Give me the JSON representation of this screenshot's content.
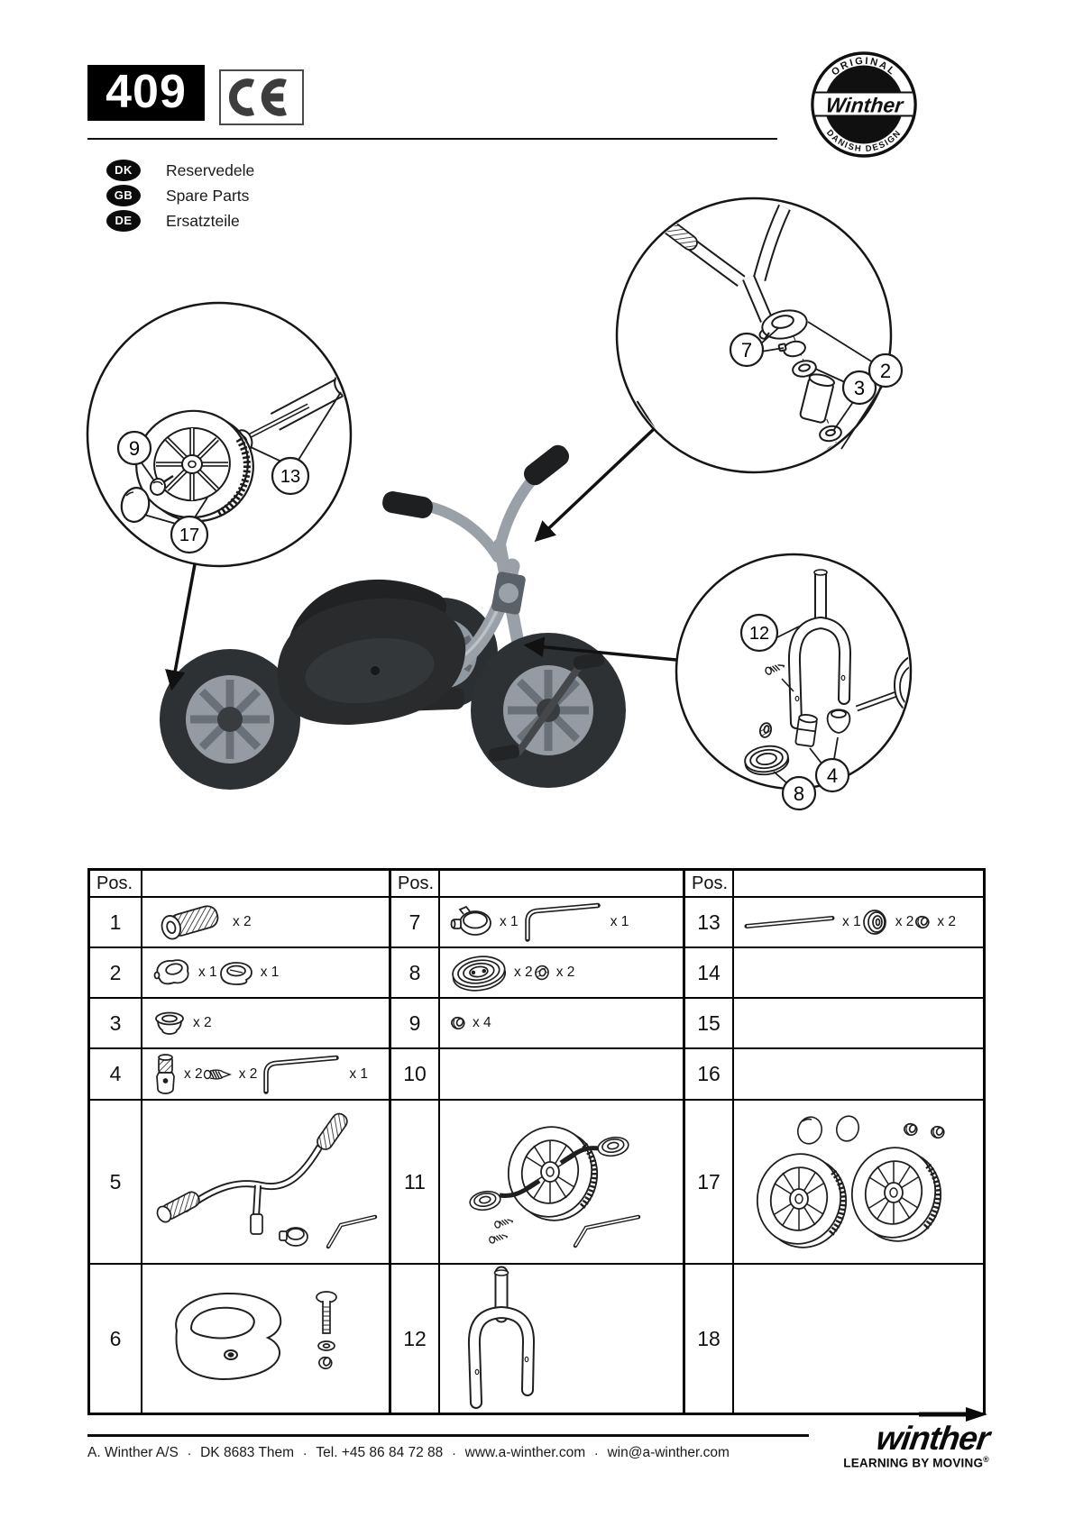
{
  "header": {
    "model_number": "409",
    "ce_mark": "CE",
    "languages": [
      {
        "code": "DK",
        "label": "Reservedele"
      },
      {
        "code": "GB",
        "label": "Spare Parts"
      },
      {
        "code": "DE",
        "label": "Ersatzteile"
      }
    ],
    "badge": {
      "arc_top": "ORIGINAL",
      "name": "Winther",
      "arc_bottom": "DANISH DESIGN"
    }
  },
  "diagram": {
    "callouts": {
      "n2": "2",
      "n3": "3",
      "n4": "4",
      "n7": "7",
      "n8": "8",
      "n9": "9",
      "n12": "12",
      "n13": "13",
      "n17": "17"
    }
  },
  "table": {
    "pos_header": "Pos.",
    "columns": [
      {
        "rows": [
          {
            "pos": "1",
            "items": [
              {
                "icon": "grip",
                "qty": "x 2"
              }
            ]
          },
          {
            "pos": "2",
            "items": [
              {
                "icon": "clamp-head",
                "qty": "x 1"
              },
              {
                "icon": "bearing-ring",
                "qty": "x 1"
              }
            ]
          },
          {
            "pos": "3",
            "items": [
              {
                "icon": "cup-washer",
                "qty": "x 2"
              }
            ]
          },
          {
            "pos": "4",
            "items": [
              {
                "icon": "knurled-pin",
                "qty": "x 2"
              },
              {
                "icon": "set-screw",
                "qty": "x 2"
              },
              {
                "icon": "allen-key",
                "qty": "x 1"
              }
            ]
          },
          {
            "pos": "5",
            "items": [
              {
                "icon": "handlebar-assembly"
              }
            ]
          },
          {
            "pos": "6",
            "items": [
              {
                "icon": "seat"
              },
              {
                "icon": "seat-bolt-set"
              }
            ]
          }
        ]
      },
      {
        "rows": [
          {
            "pos": "7",
            "items": [
              {
                "icon": "clamp-ring",
                "qty": "x 1"
              },
              {
                "icon": "allen-key",
                "qty": "x 1"
              }
            ]
          },
          {
            "pos": "8",
            "items": [
              {
                "icon": "pedal",
                "qty": "x 2"
              },
              {
                "icon": "small-ring",
                "qty": "x 2"
              }
            ]
          },
          {
            "pos": "9",
            "items": [
              {
                "icon": "cap-nut",
                "qty": "x 4"
              }
            ]
          },
          {
            "pos": "10",
            "items": []
          },
          {
            "pos": "11",
            "items": [
              {
                "icon": "front-wheel-pedals"
              }
            ]
          },
          {
            "pos": "12",
            "items": [
              {
                "icon": "fork"
              }
            ]
          }
        ]
      },
      {
        "rows": [
          {
            "pos": "13",
            "items": [
              {
                "icon": "axle-rod",
                "qty": "x 1"
              },
              {
                "icon": "hub-bushing",
                "qty": "x 2"
              },
              {
                "icon": "cap-nut",
                "qty": "x 2"
              }
            ]
          },
          {
            "pos": "14",
            "items": []
          },
          {
            "pos": "15",
            "items": []
          },
          {
            "pos": "16",
            "items": []
          },
          {
            "pos": "17",
            "items": [
              {
                "icon": "rear-wheels"
              }
            ]
          },
          {
            "pos": "18",
            "items": []
          }
        ]
      }
    ]
  },
  "footer": {
    "contact": [
      "A. Winther A/S",
      "DK 8683 Them",
      "Tel. +45 86 84 72 88",
      "www.a-winther.com",
      "win@a-winther.com"
    ],
    "separator": "·",
    "logo_text": "winther",
    "tagline": "LEARNING BY MOVING",
    "reg_mark": "®"
  }
}
